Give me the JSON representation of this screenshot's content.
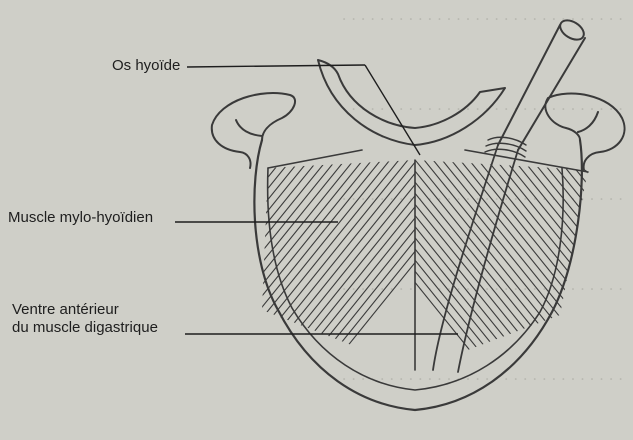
{
  "labels": {
    "os_hyoide": "Os hyoïde",
    "muscle_mylo_hyoidien": "Muscle mylo-hyoïdien",
    "ventre_anterieur_line1": "Ventre antérieur",
    "ventre_anterieur_line2": "du muscle digastrique"
  },
  "colors": {
    "page": "#cfcfc8",
    "ink": "#3a3a3a",
    "bleed_text": "#b9b9b2"
  }
}
